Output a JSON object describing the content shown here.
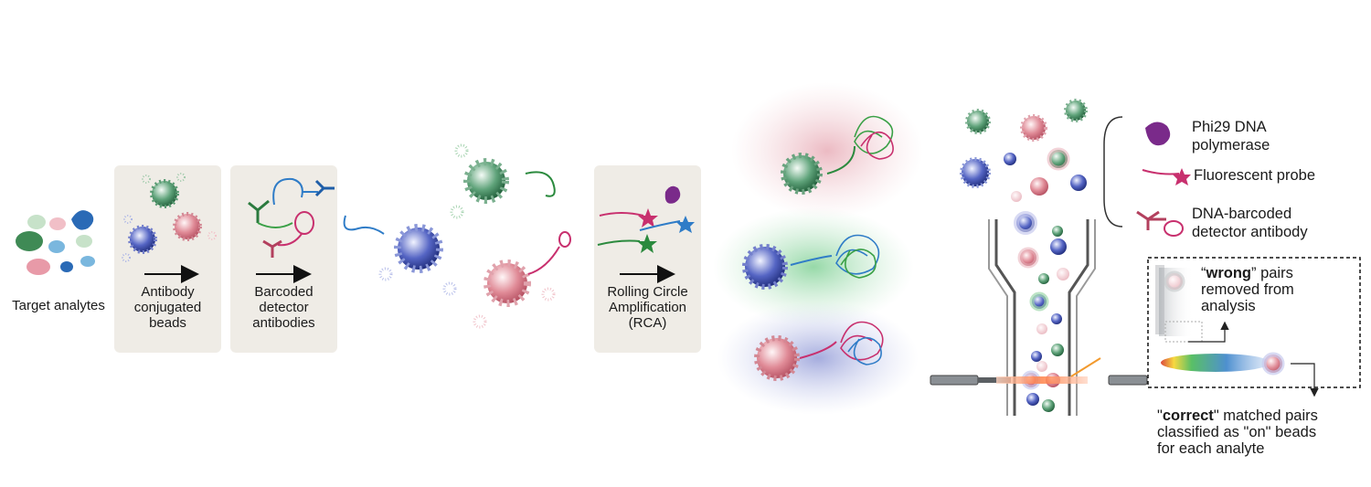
{
  "labels": {
    "target_analytes": "Target analytes",
    "step1": "Antibody\nconjugated\nbeads",
    "step2": "Barcoded\ndetector\nantibodies",
    "step3": "Rolling Circle\nAmplification\n(RCA)"
  },
  "legend": {
    "phi29": "Phi29 DNA\npolymerase",
    "probe": "Fluorescent probe",
    "barcoded": "DNA-barcoded\ndetector antibody"
  },
  "wrong_note": {
    "open_quote": "“",
    "bold": "wrong",
    "line1_rest": "” pairs",
    "line2": "removed from",
    "line3": "analysis"
  },
  "correct_note": {
    "open_quote": "\"",
    "bold": "correct",
    "line1_rest": "\" matched pairs",
    "line2": "classified as \"on\" beads",
    "line3": "for each analyte"
  },
  "colors": {
    "green": "#3e8a5a",
    "blue": "#3c4fa8",
    "pink": "#d06f7e",
    "magenta": "#c8306e",
    "purple": "#7a2a8a",
    "cyan": "#2f7cc7",
    "panel": "#efece6"
  },
  "icons": {
    "arrow": "long-right-arrow-icon",
    "bead": "bead-icon",
    "polymerase": "polymerase-icon",
    "probe": "probe-star-icon",
    "antibody": "barcoded-antibody-icon"
  }
}
